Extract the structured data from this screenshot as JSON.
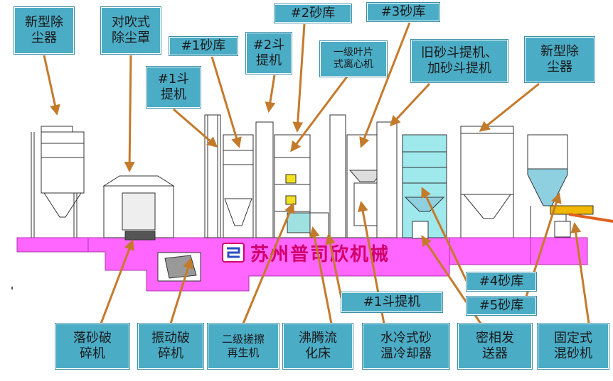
{
  "company_name": "苏州普司欣机械",
  "labels": {
    "dust_collector_left": "新型除\n尘器",
    "blowing_hood": "对吹式\n除尘罩",
    "sand_bin_1": "#1砂库",
    "bucket_elevator_2": "#2斗\n提机",
    "sand_bin_2": "#2砂库",
    "bucket_elevator_1_top": "#1斗\n提机",
    "centrifuge": "一级叶片\n式离心机",
    "sand_bin_3": "#3砂库",
    "old_elevators": "旧砂斗提机、\n加砂斗提机",
    "dust_collector_right": "新型除\n尘器",
    "sand_bin_4": "#4砂库",
    "bucket_elevator_1_bottom": "#1斗提机",
    "sand_bin_5": "#5砂库",
    "shakeout_crusher": "落砂破\n碎机",
    "vibrating_crusher": "振动破\n碎机",
    "regenerator": "二级搓擦\n再生机",
    "fluid_bed": "沸腾流\n化床",
    "water_cooler": "水冷式砂\n温冷却器",
    "dense_conveyor": "密相发\n送器",
    "fixed_mixer": "固定式\n混砂机"
  },
  "colors": {
    "label_bg": "#4bacc6",
    "arrow": "#c47a2b",
    "platform": "#ff66ff",
    "brand": "#d1006b"
  }
}
